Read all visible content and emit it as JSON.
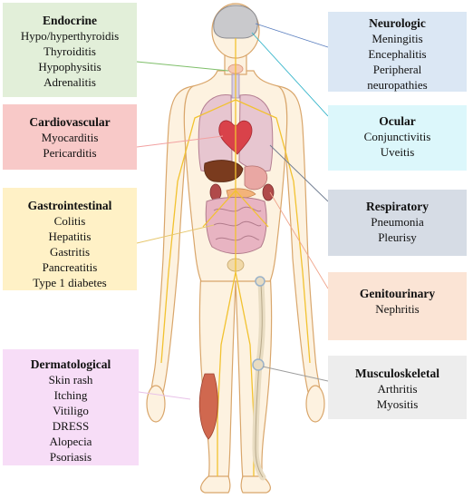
{
  "colors": {
    "endocrine": "#e2efd9",
    "cardiovascular": "#f8c9c8",
    "gastrointestinal": "#fff1c6",
    "dermatological": "#f7ddf7",
    "neurologic": "#dbe7f4",
    "ocular": "#dcf7fb",
    "respiratory": "#d6dce5",
    "genitourinary": "#fbe4d5",
    "musculoskeletal": "#ededed",
    "skin": "#fdf2e0",
    "skin_outline": "#d9a66b",
    "nerve": "#f2c230"
  },
  "categories": [
    {
      "id": "endocrine",
      "title": "Endocrine",
      "items": [
        "Hypo/hyperthyroidis",
        "Thyroiditis",
        "Hypophysitis",
        "Adrenalitis"
      ]
    },
    {
      "id": "cardiovascular",
      "title": "Cardiovascular",
      "items": [
        "Myocarditis",
        "Pericarditis"
      ]
    },
    {
      "id": "gastrointestinal",
      "title": "Gastrointestinal",
      "items": [
        "Colitis",
        "Hepatitis",
        "Gastritis",
        "Pancreatitis",
        "Type 1 diabetes"
      ]
    },
    {
      "id": "dermatological",
      "title": "Dermatological",
      "items": [
        "Skin rash",
        "Itching",
        "Vitiligo",
        "DRESS",
        "Alopecia",
        "Psoriasis"
      ]
    },
    {
      "id": "neurologic",
      "title": "Neurologic",
      "items": [
        "Meningitis",
        "Encephalitis",
        "Peripheral",
        "neuropathies"
      ]
    },
    {
      "id": "ocular",
      "title": "Ocular",
      "items": [
        "Conjunctivitis",
        "Uveitis"
      ]
    },
    {
      "id": "respiratory",
      "title": "Respiratory",
      "items": [
        "Pneumonia",
        "Pleurisy"
      ]
    },
    {
      "id": "genitourinary",
      "title": "Genitourinary",
      "items": [
        "Nephritis"
      ]
    },
    {
      "id": "musculoskeletal",
      "title": "Musculoskeletal",
      "items": [
        "Arthritis",
        "Myositis"
      ]
    }
  ]
}
